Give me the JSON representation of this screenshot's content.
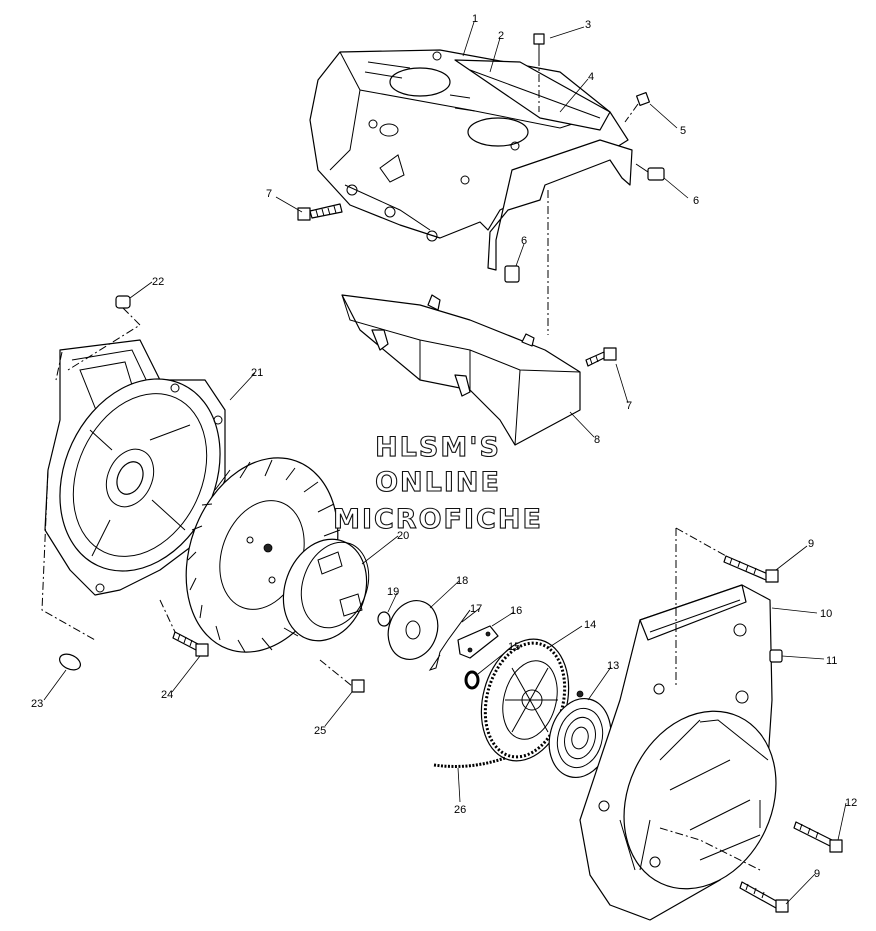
{
  "watermark": [
    "HLSM'S",
    "ONLINE",
    "MICROFICHE"
  ],
  "callouts": [
    "1",
    "2",
    "3",
    "4",
    "5",
    "6",
    "6",
    "7",
    "7",
    "8",
    "9",
    "9",
    "10",
    "11",
    "12",
    "13",
    "14",
    "15",
    "16",
    "17",
    "18",
    "19",
    "20",
    "21",
    "22",
    "23",
    "24",
    "25",
    "26"
  ],
  "parts": [
    "top-cover",
    "cover-plate",
    "bolt",
    "rib",
    "bolt",
    "grommet",
    "grommet",
    "bolt",
    "bolt",
    "air-duct",
    "bolt",
    "bolt",
    "recoil-housing",
    "nut",
    "bolt",
    "recoil-spring",
    "recoil-pulley",
    "o-ring",
    "pawl",
    "pawl-spring",
    "friction-plate",
    "nut",
    "starter-cup",
    "fan-housing",
    "pin",
    "clamp",
    "bolt",
    "nut",
    "starter-rope"
  ]
}
